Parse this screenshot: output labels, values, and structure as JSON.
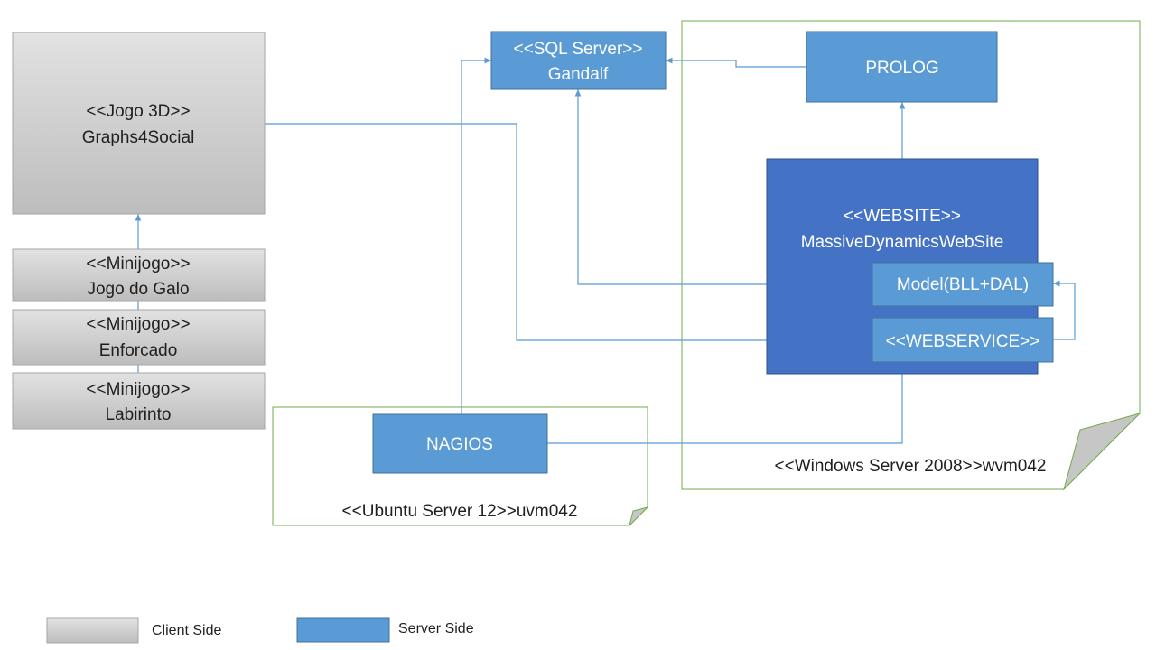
{
  "colors": {
    "client_fill": "#c8c8c8",
    "server_fill": "#5b9bd5",
    "website_fill": "#4472c4",
    "container_stroke": "#70ad47",
    "connector": "#5b9bd5"
  },
  "client": {
    "game": {
      "stereotype": "<<Jogo 3D>>",
      "name": "Graphs4Social"
    },
    "minigames": [
      {
        "stereotype": "<<Minijogo>>",
        "name": "Jogo do Galo"
      },
      {
        "stereotype": "<<Minijogo>>",
        "name": "Enforcado"
      },
      {
        "stereotype": "<<Minijogo>>",
        "name": "Labirinto"
      }
    ]
  },
  "server": {
    "sql": {
      "stereotype": "<<SQL Server>>",
      "name": "Gandalf"
    },
    "prolog": {
      "name": "PROLOG"
    },
    "website": {
      "stereotype": "<<WEBSITE>>",
      "name": "MassiveDynamicsWebSite"
    },
    "model": {
      "name": "Model(BLL+DAL)"
    },
    "webservice": {
      "name": "<<WEBSERVICE>>"
    },
    "nagios": {
      "name": "NAGIOS"
    }
  },
  "containers": {
    "ubuntu": {
      "label": "<<Ubuntu Server 12>>uvm042"
    },
    "windows": {
      "label": "<<Windows Server 2008>>wvm042"
    }
  },
  "legend": {
    "client": "Client Side",
    "server": "Server Side"
  }
}
